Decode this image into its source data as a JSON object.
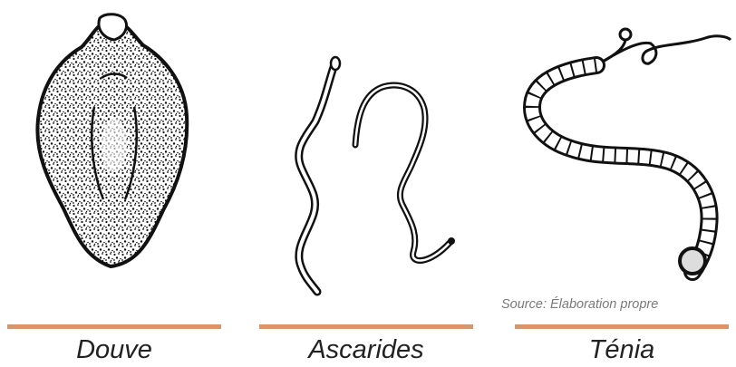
{
  "source": "Source: Élaboration propre",
  "accent_color": "#d9956a",
  "figures": [
    {
      "label": "Douve"
    },
    {
      "label": "Ascarides"
    },
    {
      "label": "Ténia"
    }
  ]
}
